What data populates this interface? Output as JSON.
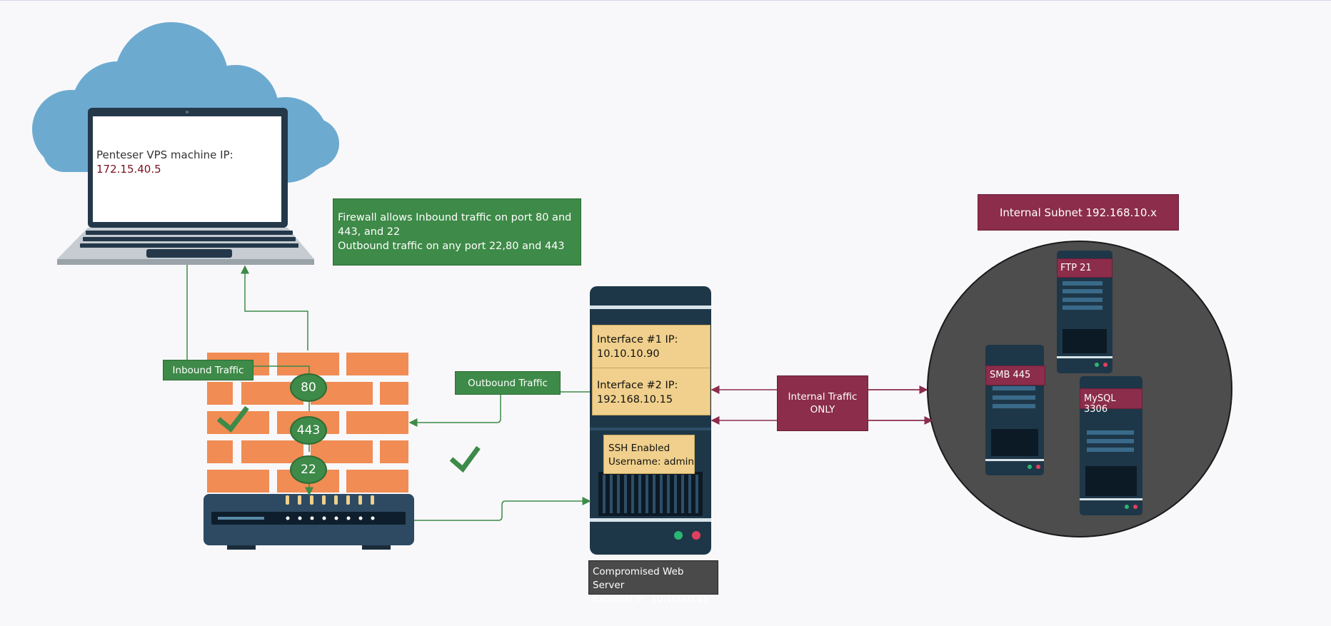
{
  "vps": {
    "label": "Penteser VPS machine IP:",
    "ip": "172.15.40.5"
  },
  "firewall_note": {
    "line1": "Firewall allows Inbound traffic on port 80 and",
    "line2": "443, and 22",
    "line3": "Outbound traffic on any port 22,80 and 443"
  },
  "inbound_label": "Inbound Traffic",
  "outbound_label": "Outbound Traffic",
  "ports": [
    "80",
    "443",
    "22"
  ],
  "web_server": {
    "iface1_label": "Interface #1 IP:",
    "iface1_ip": "10.10.10.90",
    "iface2_label": "Interface #2 IP:",
    "iface2_ip": "192.168.10.15",
    "ssh_line1": "SSH Enabled",
    "ssh_line2": "Username: admin",
    "caption_line1": "Compromised Web Server",
    "caption_line2": "External IP: 10.100.0.15"
  },
  "internal_traffic": {
    "line1": "Internal Traffic",
    "line2": "ONLY"
  },
  "subnet": {
    "title": "Internal Subnet 192.168.10.x",
    "servers": [
      "FTP 21",
      "SMB 445",
      "MySQL 3306"
    ]
  },
  "colors": {
    "green": "#3e8a48",
    "maroon": "#8b2d4b",
    "brick": "#f08c54",
    "cloud": "#6daad0",
    "server": "#1e3748"
  }
}
